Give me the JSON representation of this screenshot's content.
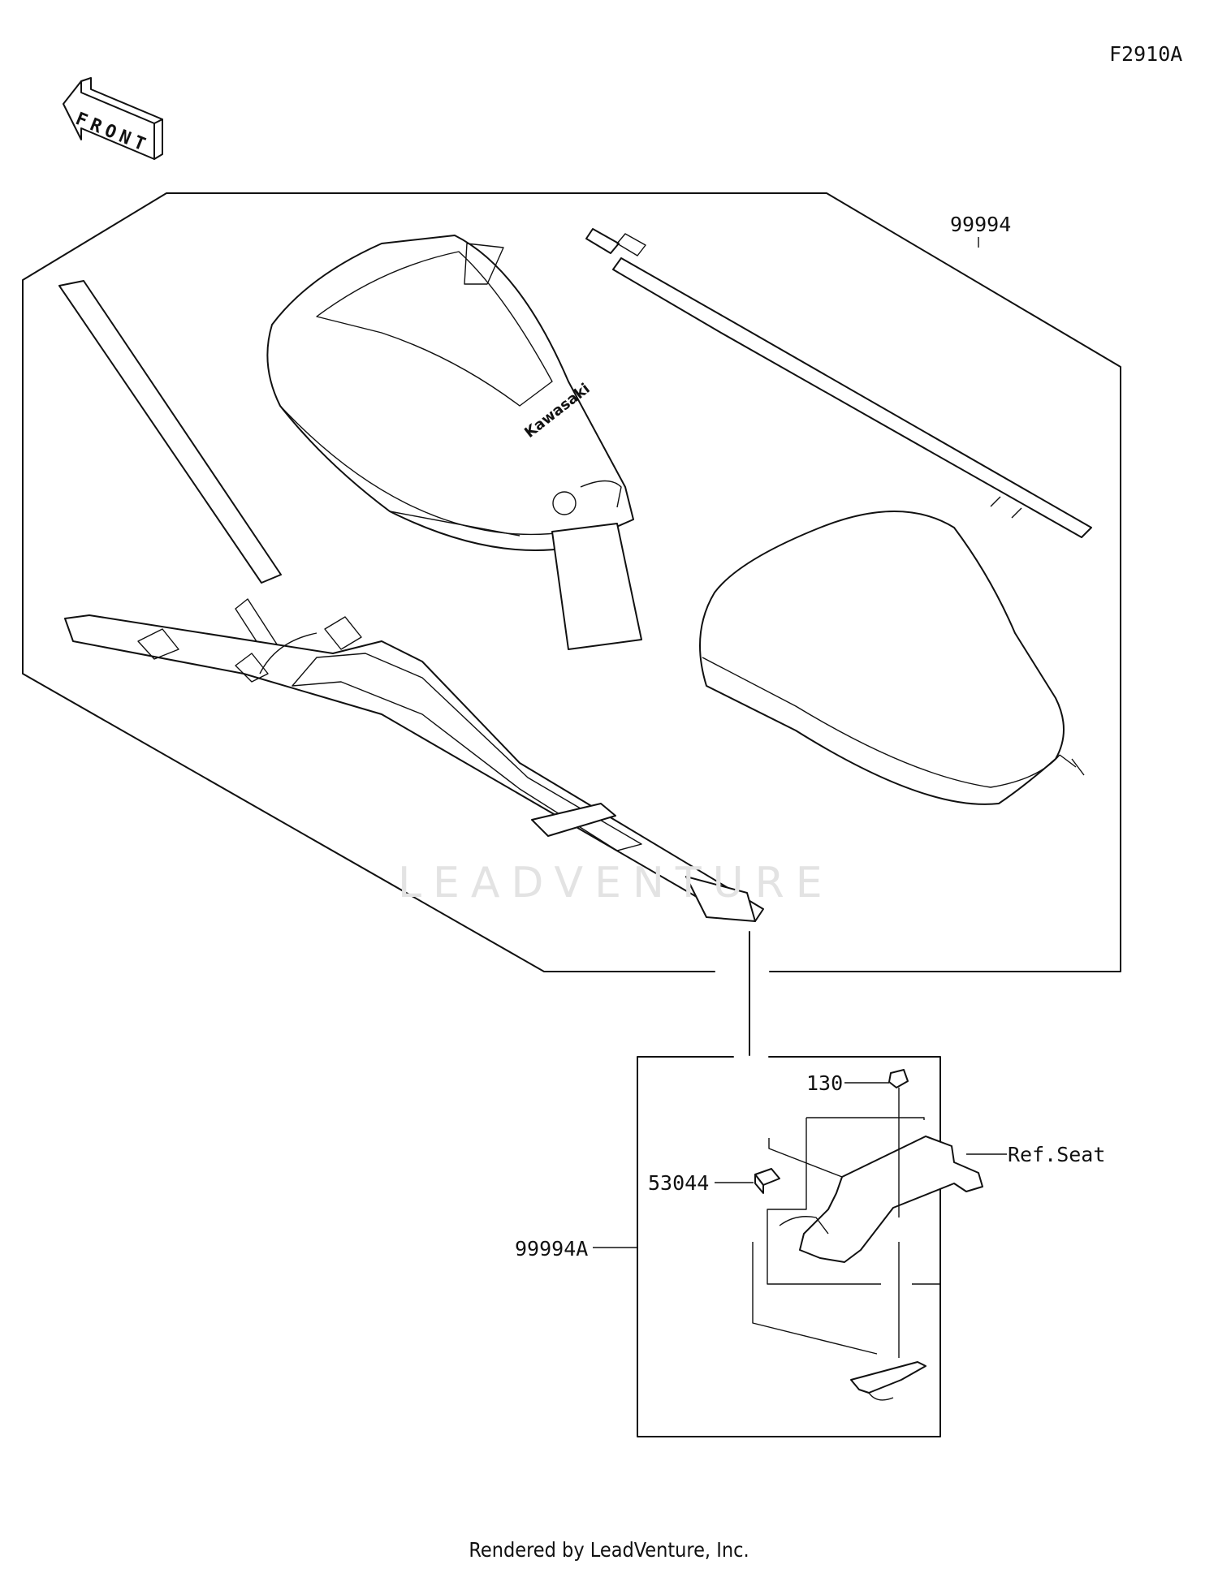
{
  "diagram_code": "F2910A",
  "front_label": "FRONT",
  "callouts": {
    "kit_99994": "99994",
    "kit_99994a": "99994A",
    "part_130": "130",
    "part_53044": "53044",
    "ref_seat": "Ref.Seat"
  },
  "tank_bag_brand": "Kawasaki",
  "watermark": "LEADVENTURE",
  "footer": "Rendered by LeadVenture, Inc."
}
